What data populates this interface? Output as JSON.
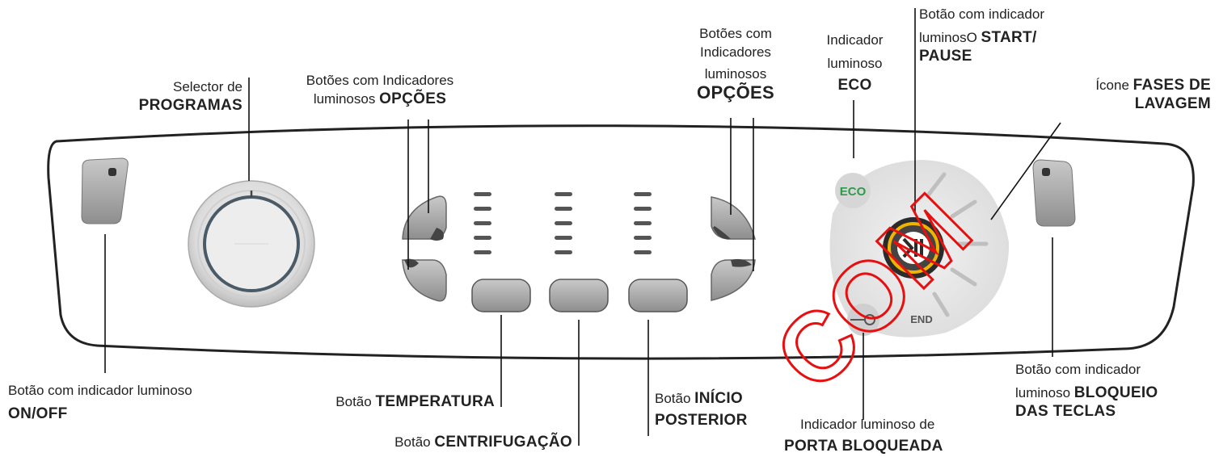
{
  "labels": {
    "selector": {
      "line1": "Selector de",
      "bold": "PROGRAMAS"
    },
    "opcoes_left": {
      "line1": "Botões com Indicadores",
      "line2": "luminosos ",
      "bold": "OPÇÕES"
    },
    "opcoes_right": {
      "line1": "Botões com",
      "line2": "Indicadores",
      "line3": "luminosos",
      "bold": "OPÇÕES"
    },
    "eco": {
      "line1": "Indicador",
      "line2": "luminoso",
      "bold": "ECO"
    },
    "start": {
      "line1": "Botão com indicador",
      "line2": "luminosO ",
      "bold1": "START/",
      "bold2": "PAUSE"
    },
    "fases": {
      "prefix": "Ícone ",
      "bold1": "FASES DE",
      "bold2": "LAVAGEM"
    },
    "onoff": {
      "line1": "Botão com indicador luminoso",
      "bold": "ON/OFF"
    },
    "temperatura": {
      "prefix": "Botão ",
      "bold": "TEMPERATURA"
    },
    "centrifugacao": {
      "prefix": "Botão ",
      "bold": "CENTRIFUGAÇÃO"
    },
    "inicio": {
      "prefix": "Botão ",
      "bold1": "INÍCIO",
      "bold2": "POSTERIOR"
    },
    "porta": {
      "line1": "Indicador luminoso de",
      "bold": "PORTA BLOQUEADA"
    },
    "bloqueio": {
      "line1": "Botão com indicador",
      "line2": "luminoso ",
      "bold1": "BLOQUEIO",
      "bold2": "DAS TECLAS"
    }
  },
  "panel": {
    "eco_badge": "ECO",
    "end_label": "END",
    "watermark": "COM"
  },
  "colors": {
    "eco_green": "#2e9a4a",
    "start_ring": "#f0b400",
    "button_grey": "#a9a9a9",
    "panel_outline": "#222222"
  }
}
